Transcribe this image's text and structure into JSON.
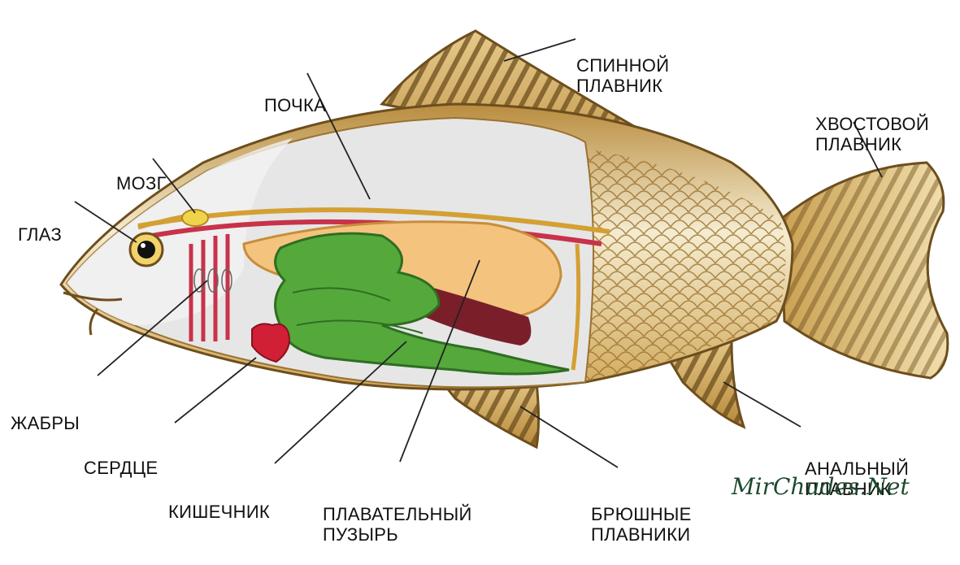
{
  "labels": {
    "dorsal_fin": [
      "СПИННОЙ",
      "ПЛАВНИК"
    ],
    "tail_fin": [
      "ХВОСТОВОЙ",
      "ПЛАВНИК"
    ],
    "kidney": [
      "ПОЧКА"
    ],
    "brain": [
      "МОЗГ"
    ],
    "eye": [
      "ГЛАЗ"
    ],
    "gills": [
      "ЖАБРЫ"
    ],
    "heart": [
      "СЕРДЦЕ"
    ],
    "intestine": [
      "КИШЕЧНИК"
    ],
    "swim_bladder": [
      "ПЛАВАТЕЛЬНЫЙ",
      "ПУЗЫРЬ"
    ],
    "pelvic_fins": [
      "БРЮШНЫЕ",
      "ПЛАВНИКИ"
    ],
    "anal_fin": [
      "АНАЛЬНЫЙ",
      "ПЛАВНИК"
    ]
  },
  "watermark": "MirChudes.Net",
  "colors": {
    "fin": "#c9a25a",
    "fin_ray": "#7a5a26",
    "scales": "#e8cf8e",
    "body_inner": "#e6e6e6",
    "intestine": "#55a83a",
    "swim_bladder": "#f4c47e",
    "kidney": "#c8324a",
    "heart": "#d11f35",
    "brain": "#f0d34a",
    "watermark": "#1e4a2c"
  }
}
